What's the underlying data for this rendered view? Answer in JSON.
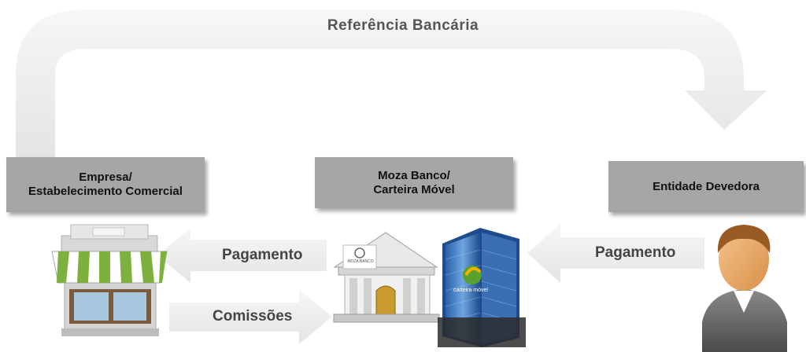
{
  "top_arrow_label": "Referência Bancária",
  "boxes": {
    "empresa": [
      "Empresa/",
      "Estabelecimento Comercial"
    ],
    "moza": [
      "Moza Banco/",
      "Carteira Móvel"
    ],
    "entidade": [
      "Entidade Devedora"
    ]
  },
  "arrows": {
    "pagamento_left": "Pagamento",
    "comissoes": "Comissões",
    "pagamento_right": "Pagamento"
  },
  "logos": {
    "moza_banco": "MOZA BANCO",
    "carteira_movel": "carteira móvel"
  },
  "icons": [
    "shop-icon",
    "bank-building-icon",
    "office-tower-icon",
    "person-icon"
  ],
  "colors": {
    "box_fill": "#a6a6a6",
    "arrow_fill": "#efefef",
    "brand_green": "#5aa02c",
    "brand_yellow": "#f0b400"
  }
}
